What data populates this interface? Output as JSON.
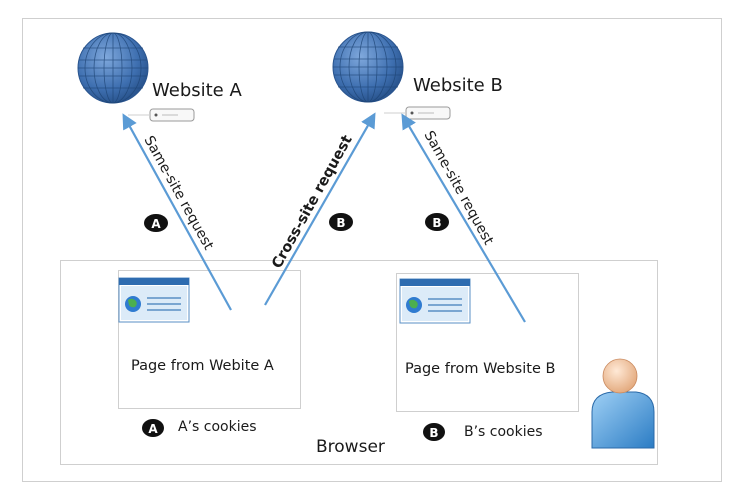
{
  "diagram": {
    "websites": [
      {
        "label": "Website A"
      },
      {
        "label": "Website B"
      }
    ],
    "requests": [
      {
        "label": "Same-site request",
        "badge": "A"
      },
      {
        "label": "Cross-site request",
        "badge": "B"
      },
      {
        "label": "Same-site request",
        "badge": "B"
      }
    ],
    "pages": [
      {
        "label": "Page from Webite A"
      },
      {
        "label": "Page from Website B"
      }
    ],
    "cookies": [
      {
        "badge": "A",
        "label": "A’s cookies"
      },
      {
        "badge": "B",
        "label": "B’s cookies"
      }
    ],
    "browser_label": "Browser",
    "colors": {
      "arrow": "#5b9bd5",
      "globe": "#4a7ab8",
      "badge": "#111111",
      "frame": "#cfcfcf"
    },
    "icons": [
      "globe-icon",
      "server-icon",
      "webpage-icon",
      "user-icon"
    ]
  }
}
